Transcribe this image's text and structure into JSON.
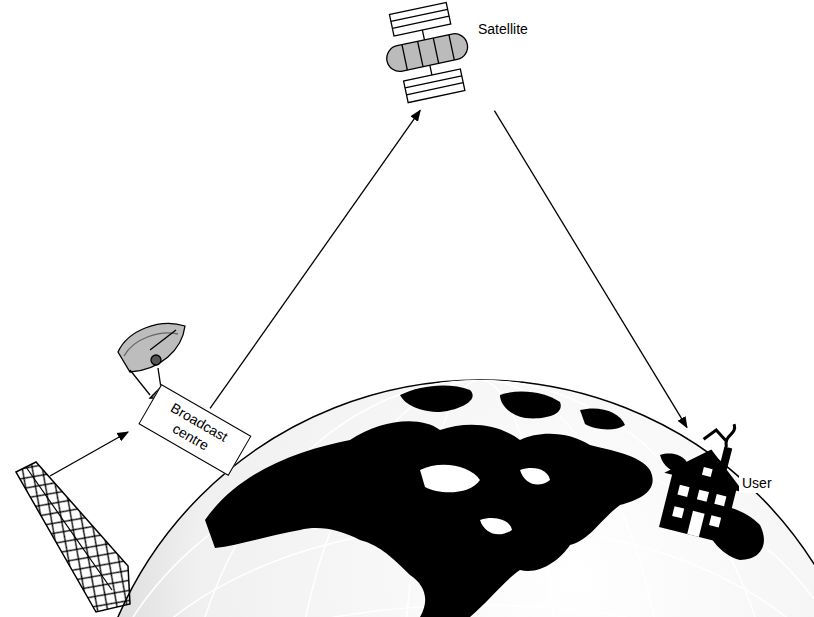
{
  "diagram": {
    "nodes": [
      {
        "text": [
          "Broadcast centre"
        ]
      },
      {
        "text": [
          "Satellite"
        ]
      },
      {
        "text": [
          "User"
        ]
      }
    ],
    "edges": [
      {
        "from": 0,
        "to": 1,
        "arrow": "to"
      },
      {
        "from": 1,
        "to": 2,
        "arrow": "to"
      }
    ]
  }
}
